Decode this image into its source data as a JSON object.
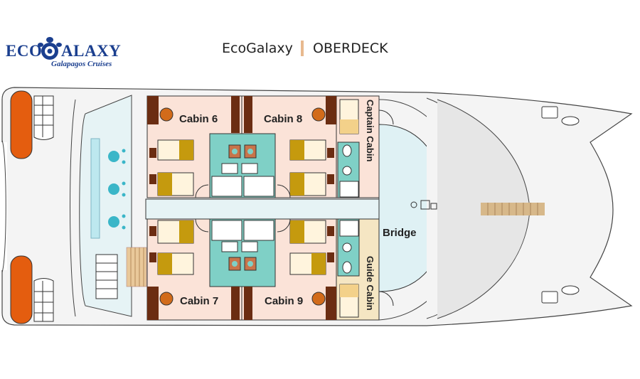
{
  "logo": {
    "brand_left": "ECO",
    "brand_right": "ALAXY",
    "tagline": "Galapagos Cruises",
    "brand_color": "#1b3f8f"
  },
  "header": {
    "ship_name": "EcoGalaxy",
    "deck_name": "OBERDECK",
    "separator_color": "#e8b98f"
  },
  "deck": {
    "cabins": {
      "cabin6": "Cabin 6",
      "cabin8": "Cabin 8",
      "cabin7": "Cabin 7",
      "cabin9": "Cabin 9",
      "captain": "Captain Cabin",
      "guide": "Guide Cabin"
    },
    "bridge": "Bridge",
    "colors": {
      "cabin_floor": "#fbe3d8",
      "bathroom": "#7fd0c6",
      "bridge_floor": "#dff1f4",
      "guide_floor": "#f5e6c3",
      "lifeboat": "#e45d0f",
      "bed": "#c59a0e",
      "wood": "#6b2d12"
    }
  }
}
